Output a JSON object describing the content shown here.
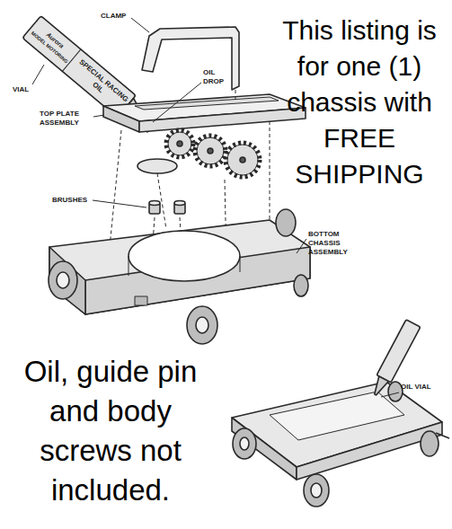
{
  "diagram": {
    "labels": [
      "CLAMP",
      "VIAL",
      "OIL DROP",
      "TOP PLATE ASSEMBLY",
      "BRUSHES",
      "BOTTOM CHASSIS ASSEMBLY",
      "OIL VIAL",
      "Aurora",
      "MODEL MOTORING",
      "SPECIAL RACING OIL",
      "This listing is for one (1) chassis with FREE SHIPPING",
      "Oil, guide pin and body screws not included."
    ]
  }
}
